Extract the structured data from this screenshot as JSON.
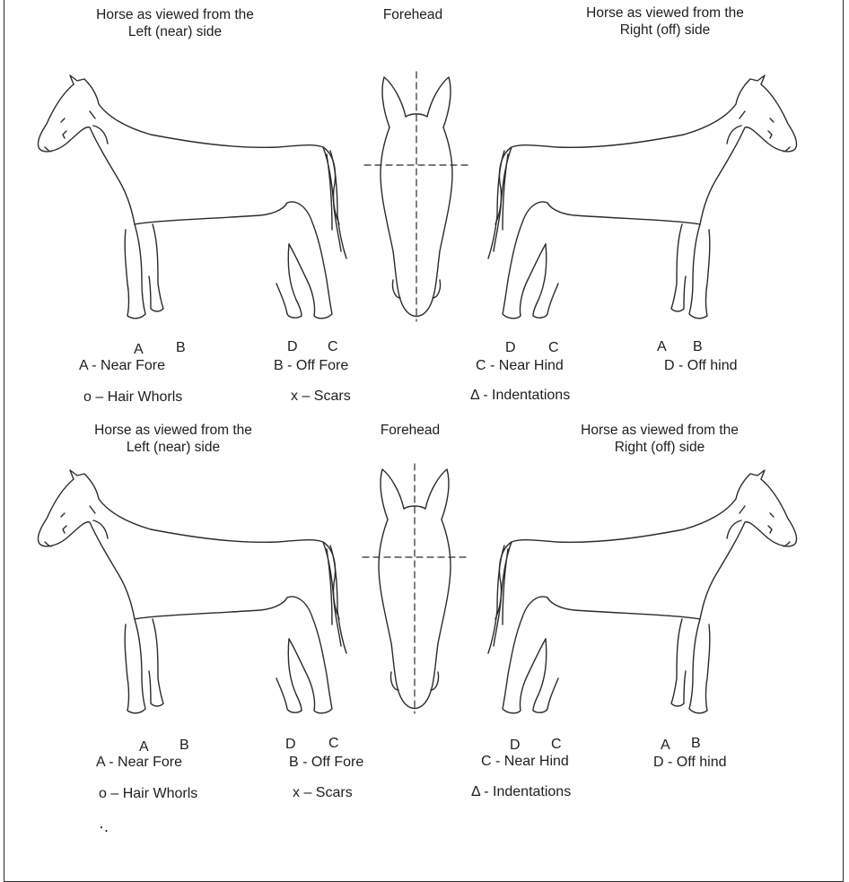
{
  "panels": [
    {
      "left_title": [
        "Horse as viewed from the",
        "Left (near) side"
      ],
      "center_title": "Forehead",
      "right_title": [
        "Horse as viewed from the",
        "Right (off) side"
      ],
      "leg_letters": {
        "left_front": "A",
        "left_front2": "B",
        "left_hind": "D",
        "left_hind2": "C",
        "right_hind": "D",
        "right_hind2": "C",
        "right_front": "A",
        "right_front2": "B"
      },
      "legend": {
        "near_fore": "A - Near Fore",
        "off_fore": "B - Off Fore",
        "near_hind": "C - Near Hind",
        "off_hind": "D - Off hind",
        "whorls": "o – Hair Whorls",
        "scars": "x – Scars",
        "indentations": "Δ - Indentations"
      }
    },
    {
      "left_title": [
        "Horse as viewed from the",
        "Left (near) side"
      ],
      "center_title": "Forehead",
      "right_title": [
        "Horse as viewed from the",
        "Right (off) side"
      ],
      "leg_letters": {
        "left_front": "A",
        "left_front2": "B",
        "left_hind": "D",
        "left_hind2": "C",
        "right_hind": "D",
        "right_hind2": "C",
        "right_front": "A",
        "right_front2": "B"
      },
      "legend": {
        "near_fore": "A - Near Fore",
        "off_fore": "B - Off Fore",
        "near_hind": "C - Near Hind",
        "off_hind": "D - Off hind",
        "whorls": "o – Hair Whorls",
        "scars": "x – Scars",
        "indentations": "Δ - Indentations"
      }
    }
  ],
  "stray_mark": "·."
}
